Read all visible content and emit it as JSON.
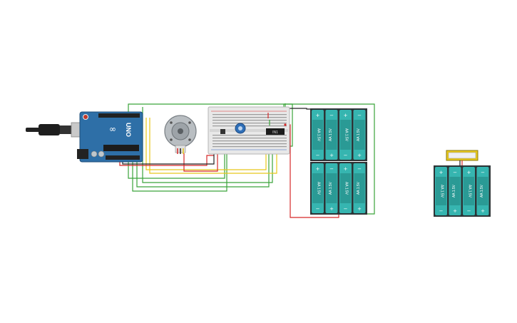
{
  "board": {
    "label": "UNO",
    "brand": "∞",
    "color": "#2e6fa7"
  },
  "motor_driver": {
    "chip_label": "IN1"
  },
  "battery_cell_label": "AA 1.5V",
  "battery_packs": [
    {
      "id": "pack-1"
    },
    {
      "id": "pack-2"
    },
    {
      "id": "pack-3"
    }
  ],
  "colors": {
    "wire_green": "#3aa43a",
    "wire_red": "#d62828",
    "wire_yellow": "#e8c81a",
    "wire_black": "#222222",
    "battery_teal": "#36b5b0",
    "battery_case": "#2d3436",
    "breadboard": "#e8e8e8",
    "knob": "#2f6fb8"
  }
}
